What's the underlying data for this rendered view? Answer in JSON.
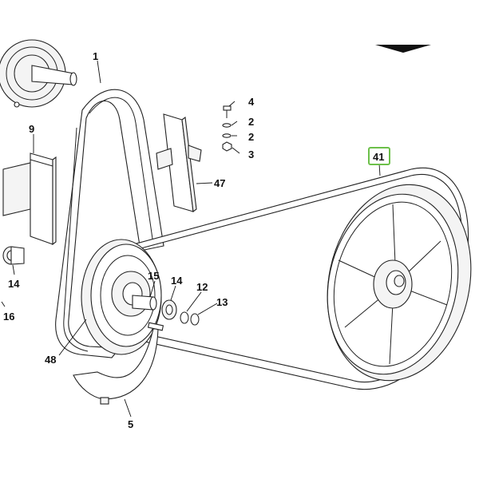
{
  "labels": {
    "l1": "1",
    "l2a": "2",
    "l2b": "2",
    "l3": "3",
    "l4": "4",
    "l5": "5",
    "l9": "9",
    "l12": "12",
    "l13": "13",
    "l14a": "14",
    "l14b": "14",
    "l15": "15",
    "l16": "16",
    "l41": "41",
    "l47": "47",
    "l48": "48"
  },
  "colors": {
    "highlight": "#6cc04a",
    "ink": "#222222",
    "part_fill": "#f4f4f4"
  }
}
